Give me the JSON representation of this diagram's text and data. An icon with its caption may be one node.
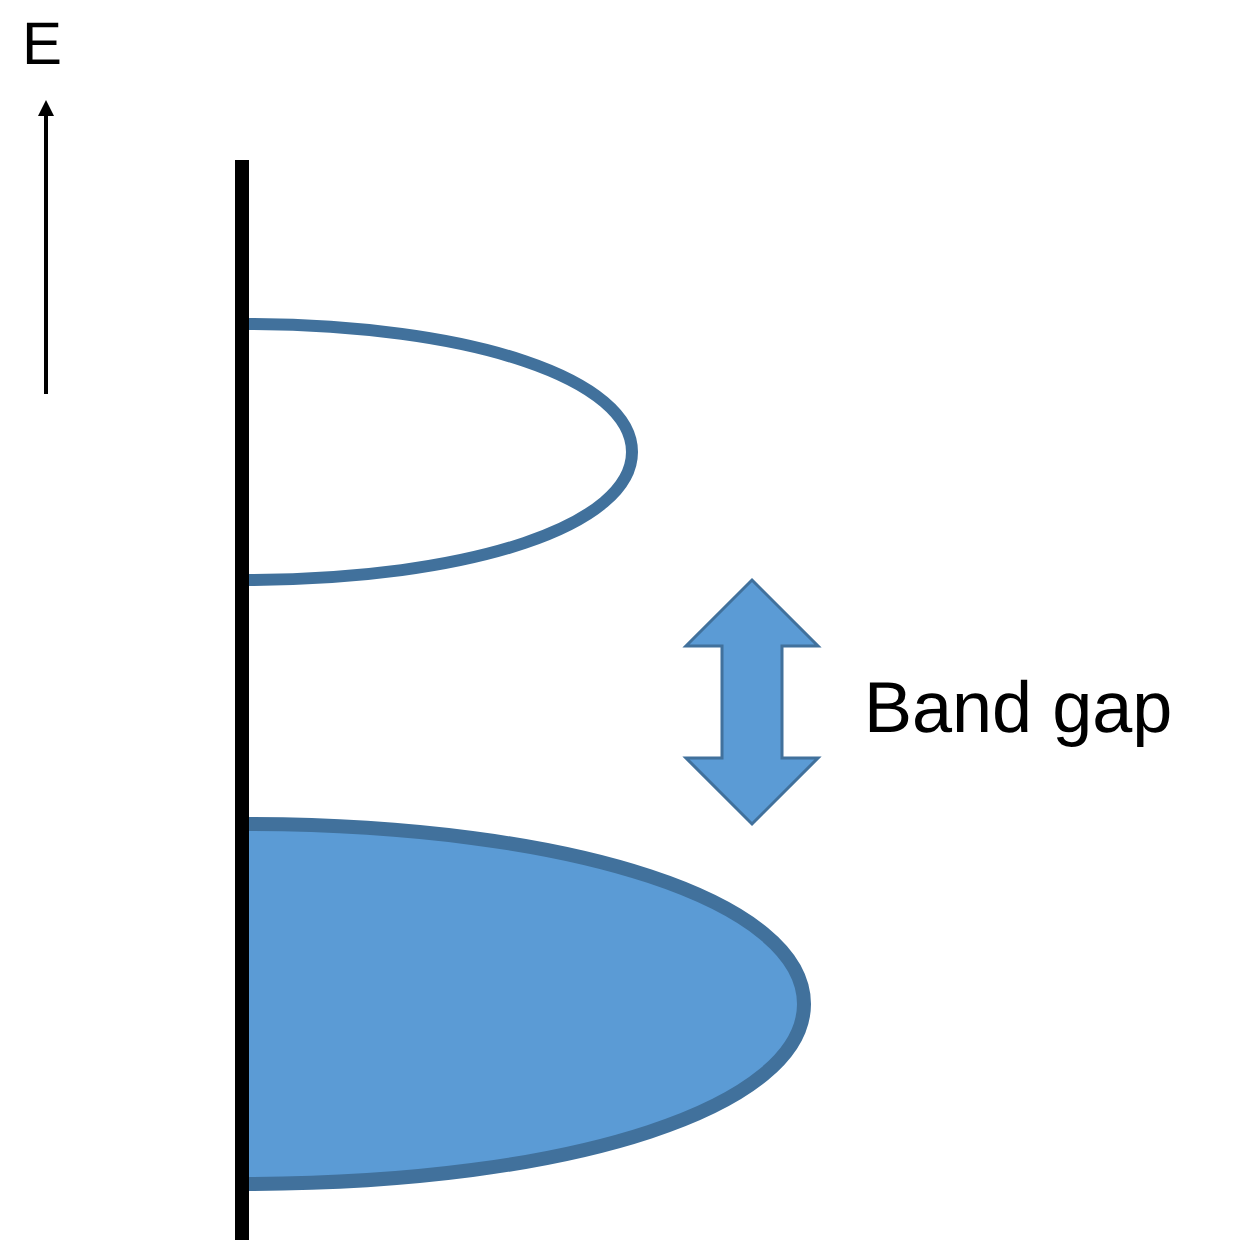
{
  "diagram": {
    "nodes": [
      {
        "text": [],
        "shape": "half-ellipse"
      },
      {
        "text": [],
        "shape": "half-ellipse"
      }
    ],
    "edges": [
      {
        "from": 0,
        "to": 1,
        "arrow": "both",
        "label": "Band gap"
      }
    ],
    "labels": [
      "E"
    ]
  }
}
